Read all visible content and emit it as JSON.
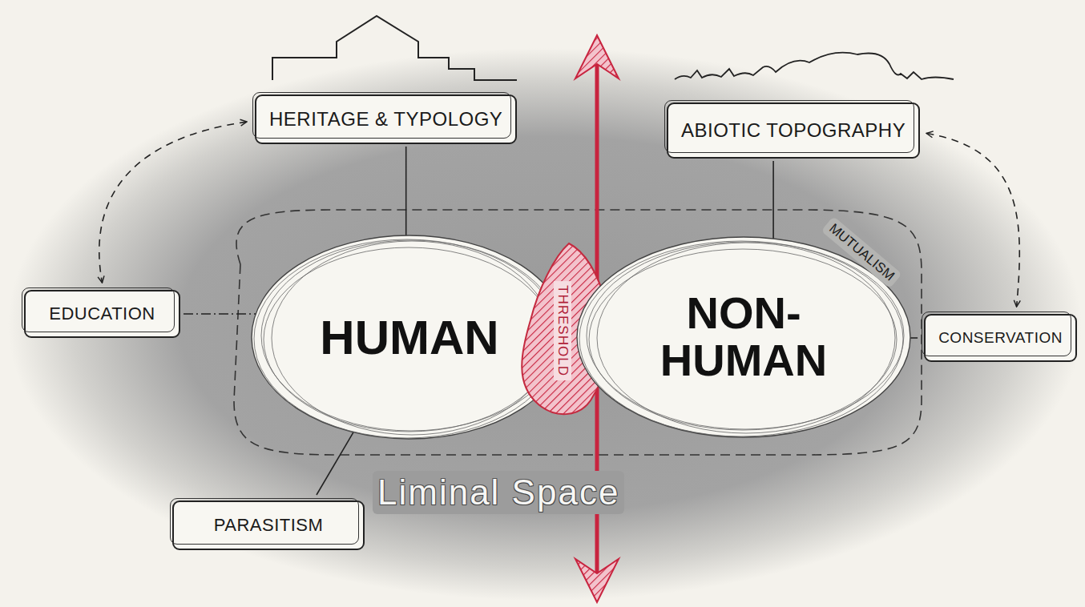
{
  "diagram": {
    "nodes": [
      {
        "text": [
          "HERITAGE & TYPOLOGY"
        ]
      },
      {
        "text": [
          "ABIOTIC TOPOGRAPHY"
        ]
      },
      {
        "text": [
          "EDUCATION"
        ]
      },
      {
        "text": [
          "HUMAN"
        ]
      },
      {
        "text": [
          "THRESHOLD"
        ]
      },
      {
        "text": [
          "NON- HUMAN"
        ]
      },
      {
        "text": [
          "CONSERVATION"
        ]
      },
      {
        "text": [
          "PARASITISM"
        ]
      }
    ],
    "edges": [
      {
        "from": 0,
        "to": 2,
        "arrow": "both"
      },
      {
        "from": 1,
        "to": 6,
        "arrow": "both"
      },
      {
        "from": 0,
        "to": 3,
        "arrow": "none"
      },
      {
        "from": 1,
        "to": 5,
        "arrow": "none"
      },
      {
        "from": 2,
        "to": 3,
        "arrow": "none"
      },
      {
        "from": 6,
        "to": 5,
        "arrow": "none"
      },
      {
        "from": 7,
        "to": 3,
        "arrow": "none"
      }
    ],
    "labels": [
      "MUTUALISM",
      "Liminal Space"
    ]
  }
}
